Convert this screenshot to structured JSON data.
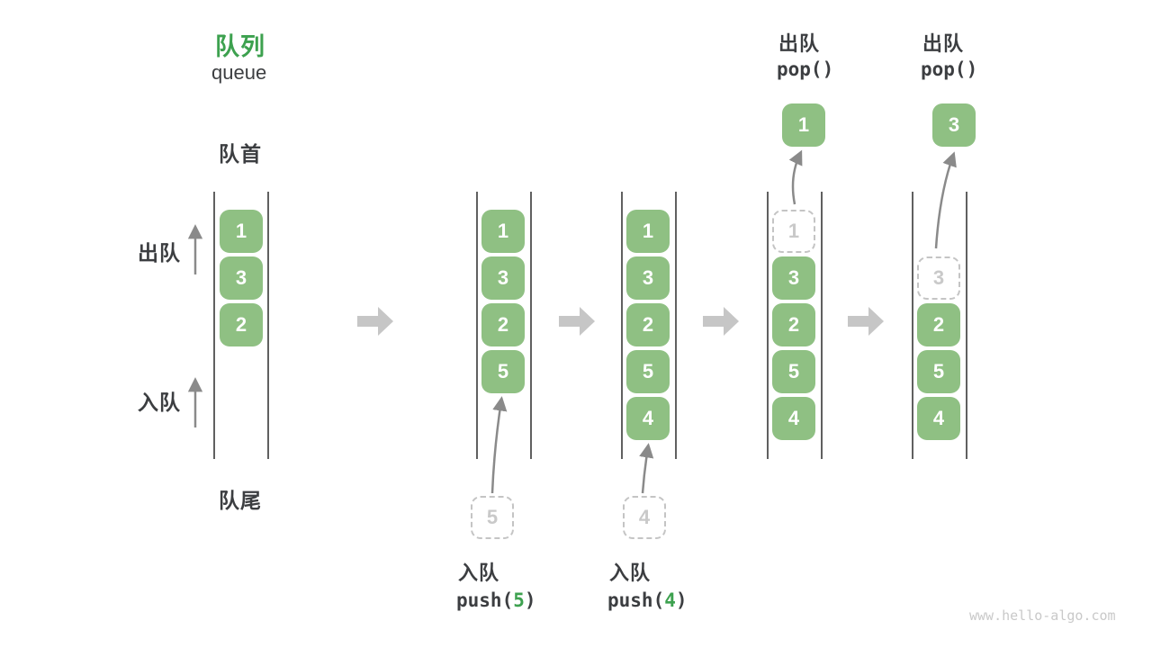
{
  "title": {
    "cn": "队列",
    "en": "queue"
  },
  "labels": {
    "front": "队首",
    "rear": "队尾",
    "dequeue": "出队",
    "enqueue": "入队"
  },
  "watermark": "www.hello-algo.com",
  "colors": {
    "box_green": "#8fc083",
    "accent_green": "#3da14f",
    "dark_text": "#3c3e41",
    "arrow_gray": "#8a8a8a",
    "block_arrow_gray": "#c6c6c6",
    "rail_gray": "#606060",
    "ghost_gray": "#c4c4c4"
  },
  "states": [
    {
      "boxes": [
        "1",
        "3",
        "2"
      ]
    },
    {
      "boxes": [
        "1",
        "3",
        "2",
        "5"
      ],
      "pending": "5",
      "op_label": "入队",
      "op_fn_open": "push(",
      "op_arg": "5",
      "op_fn_close": ")"
    },
    {
      "boxes": [
        "1",
        "3",
        "2",
        "5",
        "4"
      ],
      "pending": "4",
      "op_label": "入队",
      "op_fn_open": "push(",
      "op_arg": "4",
      "op_fn_close": ")"
    },
    {
      "boxes": [
        "3",
        "2",
        "5",
        "4"
      ],
      "removed": "1",
      "popped": "1",
      "op_label": "出队",
      "op_fn": "pop()"
    },
    {
      "boxes": [
        "2",
        "5",
        "4"
      ],
      "removed": "3",
      "popped": "3",
      "op_label": "出队",
      "op_fn": "pop()"
    }
  ]
}
